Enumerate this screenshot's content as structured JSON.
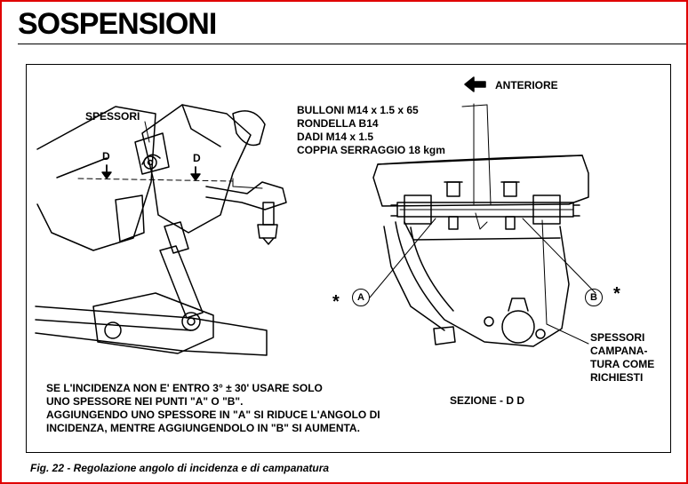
{
  "page": {
    "title": "SOSPENSIONI",
    "caption": "Fig. 22 - Regolazione angolo di incidenza e di campanatura"
  },
  "labels": {
    "spessori": "SPESSORI",
    "d_left": "D",
    "d_right": "D",
    "direction": "ANTERIORE",
    "spec_1": "BULLONI M14 x 1.5 x 65",
    "spec_2": "RONDELLA B14",
    "spec_3": "DADI M14 x 1.5",
    "spec_4": "COPPIA SERRAGGIO 18 kgm",
    "point_a": "A",
    "point_b": "B",
    "star_left": "*",
    "star_right": "*",
    "camber_1": "SPESSORI",
    "camber_2": "CAMPANA-",
    "camber_3": "TURA COME",
    "camber_4": "RICHIESTI",
    "section": "SEZIONE  -  D D"
  },
  "note": {
    "line1": "SE L'INCIDENZA NON E' ENTRO 3° ± 30' USARE SOLO",
    "line2": "UNO SPESSORE NEI PUNTI \"A\" O \"B\".",
    "line3": "AGGIUNGENDO UNO SPESSORE IN \"A\" SI RIDUCE L'ANGOLO DI",
    "line4": "INCIDENZA, MENTRE AGGIUNGENDOLO IN \"B\" SI AUMENTA."
  },
  "colors": {
    "frame": "#e00000",
    "ink": "#000000"
  }
}
